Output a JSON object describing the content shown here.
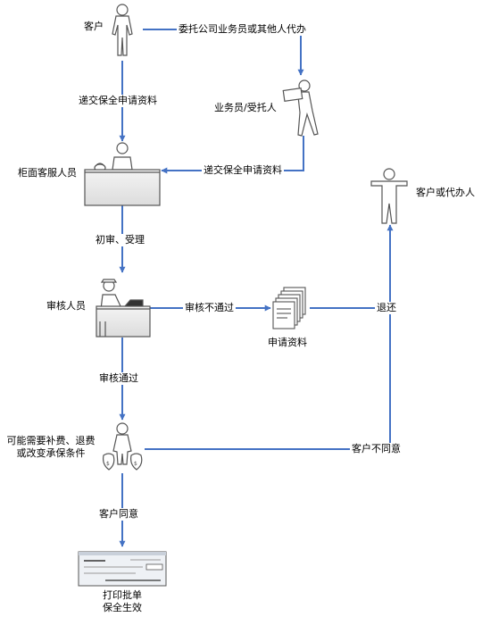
{
  "diagram": {
    "nodes": {
      "customer": "客户",
      "agent": "业务员/受托人",
      "counter_staff": "柜面客服人员",
      "reviewer": "审核人员",
      "documents": "申请资料",
      "adjust_line1": "可能需要补费、退费",
      "adjust_line2": "或改变承保条件",
      "customer_or_agent": "客户或代办人",
      "print_line1": "打印批单",
      "print_line2": "保全生效"
    },
    "edges": {
      "delegate": "委托公司业务员或其他人代办",
      "submit_customer": "递交保全申请资料",
      "submit_agent": "递交保全申请资料",
      "initial_review": "初审、受理",
      "review_fail": "审核不通过",
      "return_docs": "退还",
      "review_pass": "审核通过",
      "customer_disagree": "客户不同意",
      "customer_agree": "客户同意"
    },
    "colors": {
      "arrow": "#4472c4",
      "figure_fill": "#ffffff",
      "figure_stroke": "#555555",
      "desk_fill": "#ececec"
    },
    "icons": {
      "customer": "standing-person-icon",
      "agent": "walking-person-with-document-icon",
      "counter_staff": "service-desk-person-icon",
      "reviewer": "reviewer-at-desk-icon",
      "documents": "document-stack-icon",
      "adjust": "person-with-money-bags-icon",
      "customer_or_agent": "arms-out-person-icon",
      "print": "policy-endorsement-check-icon"
    }
  }
}
